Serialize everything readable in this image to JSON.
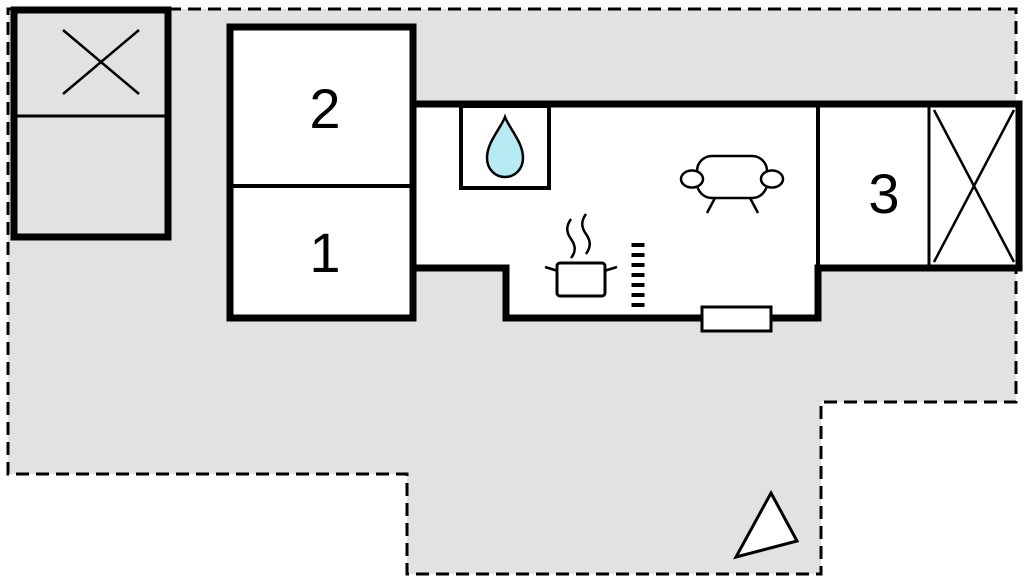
{
  "floorplan": {
    "colors": {
      "terrace_fill": "#e2e2e2",
      "wall": "#000000",
      "room_fill": "#ffffff",
      "water_drop_fill": "#b6ebf4"
    },
    "rooms": [
      {
        "id": "room-2",
        "label": "2"
      },
      {
        "id": "room-1",
        "label": "1"
      },
      {
        "id": "room-3",
        "label": "3"
      }
    ],
    "icons": [
      "crossed-room-icon",
      "water-drop-icon",
      "sofa-icon",
      "cooking-pot-icon",
      "stairs-icon",
      "window-icon",
      "crossed-room-icon",
      "north-arrow-icon"
    ]
  }
}
